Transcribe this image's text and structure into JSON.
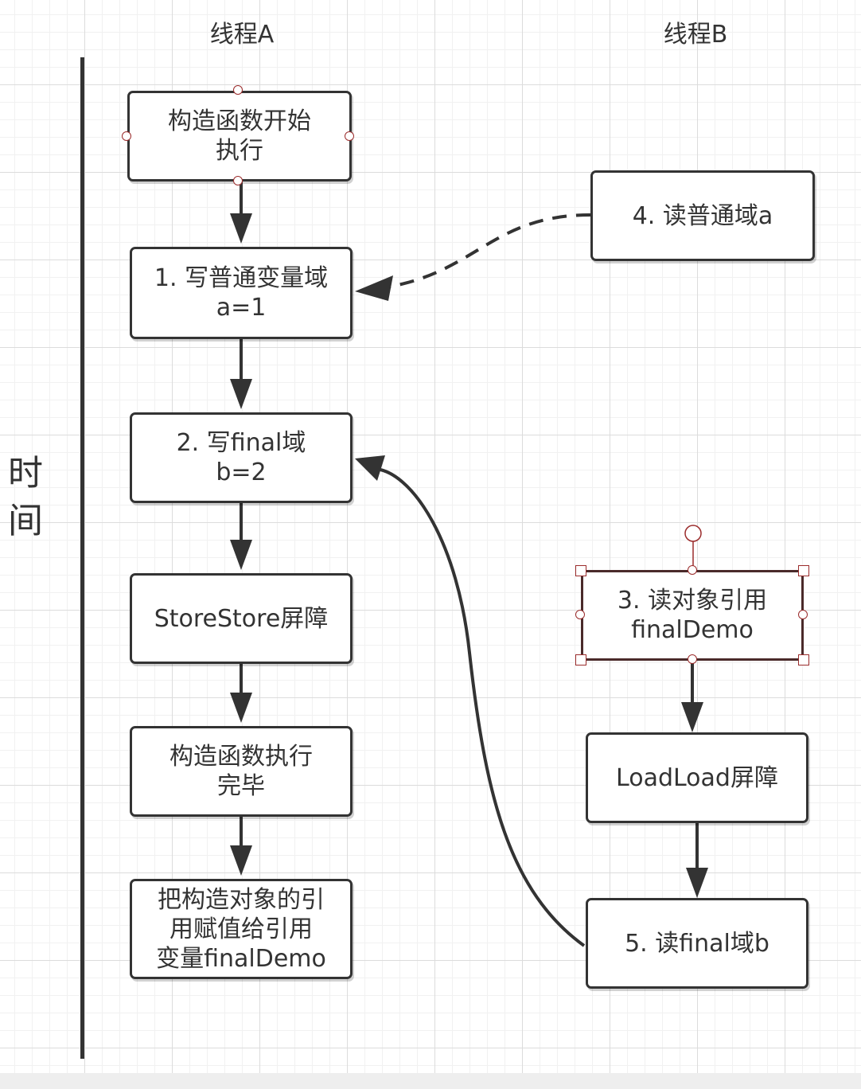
{
  "lanes": {
    "a_title": "线程A",
    "b_title": "线程B"
  },
  "time_label": "时\n间",
  "nodes": {
    "a0": "构造函数开始\n执行",
    "a1": "1. 写普通变量域\na=1",
    "a2": "2. 写final域\nb=2",
    "a3": "StoreStore屏障",
    "a4": "构造函数执行\n完毕",
    "a5": "把构造对象的引\n用赋值给引用\n变量finalDemo",
    "b4": "4. 读普通域a",
    "b3": "3. 读对象引用\nfinalDemo",
    "bll": "LoadLoad屏障",
    "b5": "5. 读final域b"
  },
  "colors": {
    "stroke": "#333333",
    "handle": "#9b2c2c",
    "grid": "#dcdcdc"
  }
}
